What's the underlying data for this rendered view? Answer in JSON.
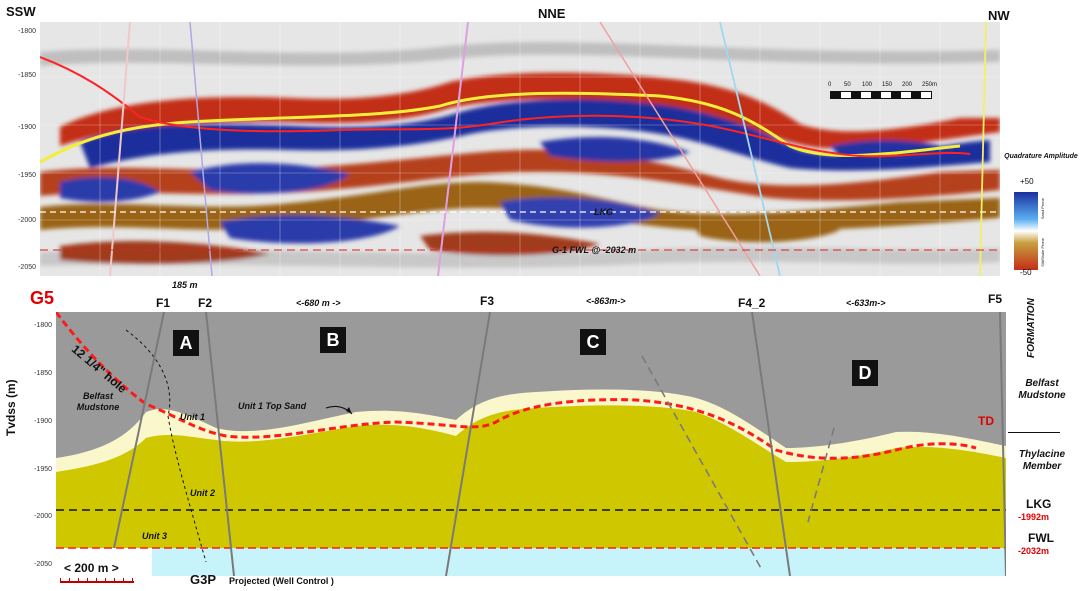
{
  "seismic": {
    "dir_left": "SSW",
    "dir_mid": "NNE",
    "dir_right": "NW",
    "y_ticks": [
      "-1800",
      "-1850",
      "-1900",
      "-1950",
      "-2000",
      "-2050"
    ],
    "lkg_label": "LKG",
    "fwl_label": "G-1 FWL @ -2032 m",
    "scale_ticks": [
      "0",
      "50",
      "100",
      "150",
      "200",
      "250m"
    ],
    "legend_title": "Quadrature Amplitude",
    "legend_max": "+50",
    "legend_min": "-50",
    "legend_upper_text": "Sand Prone",
    "legend_lower_text": "Silt/Shale Prone"
  },
  "section": {
    "y_axis_label": "Tvdss (m)",
    "y_ticks": [
      "-1800",
      "-1850",
      "-1900",
      "-1950",
      "-2000",
      "-2050"
    ],
    "well": "G5",
    "dist_185": "185 m",
    "faults": [
      "F1",
      "F2",
      "F3",
      "F4_2",
      "F5"
    ],
    "spacing": [
      "<-680 m ->",
      "<-863m->",
      "<-633m->"
    ],
    "blocks": [
      "A",
      "B",
      "C",
      "D"
    ],
    "hole_label": "12 1/4\" hole",
    "belfast_mudstone_left": "Belfast Mudstone",
    "unit1_top_sand": "Unit 1 Top Sand",
    "unit1": "Unit 1",
    "unit2": "Unit 2",
    "unit3": "Unit 3",
    "td": "TD",
    "scale_bar": "< 200 m >",
    "g3p": "G3P",
    "projected": "Projected (Well Control )",
    "formation_header": "FORMATION",
    "form_belfast": "Belfast Mudstone",
    "form_thylacine": "Thylacine Member",
    "lkg": "LKG",
    "lkg_depth": "-1992m",
    "fwl": "FWL",
    "fwl_depth": "-2032m"
  },
  "colors": {
    "mudstone": "#9a9a9a",
    "sand": "#cfc800",
    "top_sand": "#fbf7cc",
    "water": "#c7f3fa",
    "red_line": "#ff1a1a",
    "seismic_red": "#c8301a",
    "seismic_blue": "#1e2f9a",
    "seismic_brown": "#9a6418"
  }
}
